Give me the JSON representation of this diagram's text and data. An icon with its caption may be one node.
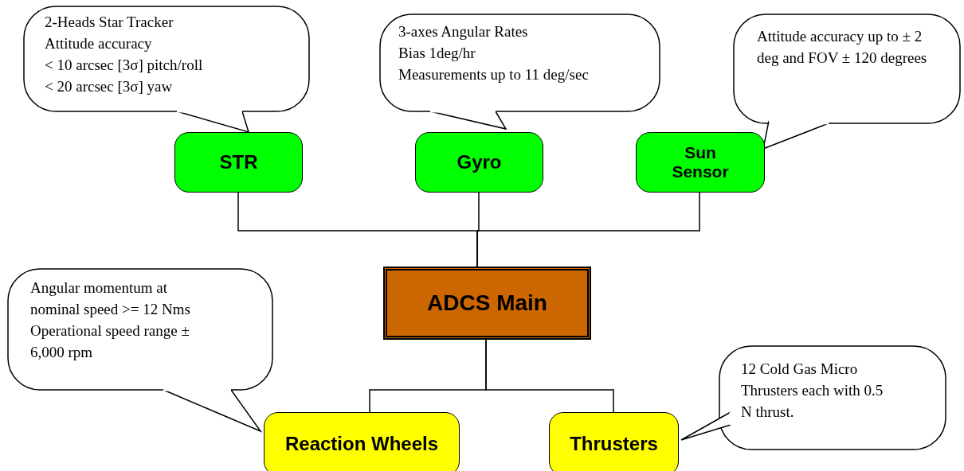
{
  "diagram": {
    "nodes": [
      {
        "text": [
          "2-Heads Star Tracker",
          "Attitude accuracy",
          "< 10 arcsec [3σ] pitch/roll",
          "< 20 arcsec [3σ] yaw"
        ]
      },
      {
        "text": [
          "3-axes Angular Rates",
          "Bias 1deg/hr",
          "Measurements up to 11 deg/sec"
        ]
      },
      {
        "text": [
          "Attitude accuracy up to ± 2 deg and FOV ± 120 degrees"
        ]
      },
      {
        "text": [
          "STR"
        ]
      },
      {
        "text": [
          "Gyro"
        ]
      },
      {
        "text": [
          "Sun Sensor"
        ]
      },
      {
        "text": [
          "ADCS Main"
        ]
      },
      {
        "text": [
          "Angular momentum at nominal speed >= 12 Nms Operational speed range ± 6,000 rpm"
        ]
      },
      {
        "text": [
          "Reaction Wheels"
        ]
      },
      {
        "text": [
          "Thrusters"
        ]
      },
      {
        "text": [
          "12 Cold Gas Micro Thrusters each with 0.5 N thrust."
        ]
      }
    ],
    "edges": [
      {
        "from": 3,
        "to": 6,
        "arrow": "none"
      },
      {
        "from": 4,
        "to": 6,
        "arrow": "none"
      },
      {
        "from": 5,
        "to": 6,
        "arrow": "none"
      },
      {
        "from": 6,
        "to": 8,
        "arrow": "none"
      },
      {
        "from": 6,
        "to": 9,
        "arrow": "none"
      }
    ]
  }
}
